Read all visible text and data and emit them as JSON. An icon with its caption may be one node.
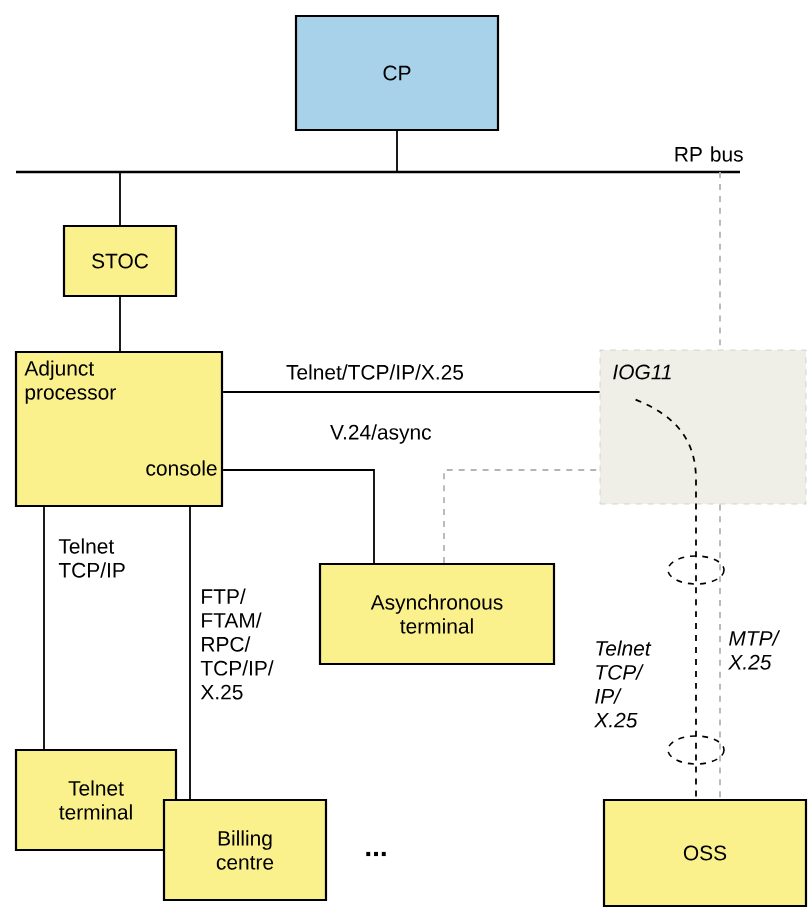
{
  "diagram": {
    "nodes": [
      {
        "text": [
          "CP"
        ]
      },
      {
        "text": [
          "RP bus"
        ]
      },
      {
        "text": [
          "STOC"
        ]
      },
      {
        "text": [
          "Adjunct processor",
          "console"
        ]
      },
      {
        "text": [
          "IOG11"
        ]
      },
      {
        "text": [
          "Asynchronous terminal"
        ]
      },
      {
        "text": [
          "Telnet terminal"
        ]
      },
      {
        "text": [
          "Billing centre"
        ]
      },
      {
        "text": [
          "OSS"
        ]
      }
    ],
    "edges": [
      {
        "from": 0,
        "to": 1,
        "arrow": "none"
      },
      {
        "from": 1,
        "to": 2,
        "arrow": "none"
      },
      {
        "from": 2,
        "to": 3,
        "arrow": "none"
      },
      {
        "from": 1,
        "to": 4,
        "arrow": "none",
        "style": "dashed",
        "color": "#b4b4b4"
      },
      {
        "from": 3,
        "to": 4,
        "arrow": "none",
        "label": "Telnet/TCP/IP/X.25"
      },
      {
        "from": 3,
        "to": 5,
        "arrow": "none",
        "label": "V.24/async"
      },
      {
        "from": 5,
        "to": 4,
        "arrow": "none",
        "style": "dashed",
        "color": "#b4b4b4"
      },
      {
        "from": 3,
        "to": 6,
        "arrow": "none",
        "label": "Telnet TCP/IP"
      },
      {
        "from": 3,
        "to": 7,
        "arrow": "none",
        "label": "FTP/ FTAM/ RPC/ TCP/IP/ X.25"
      },
      {
        "from": 4,
        "to": 8,
        "arrow": "none",
        "style": "dashed",
        "label": "Telnet TCP/ IP/ X.25"
      },
      {
        "from": 4,
        "to": 8,
        "arrow": "none",
        "style": "dashed",
        "color": "#b4b4b4",
        "label": "MTP/ X.25"
      }
    ],
    "labels": [
      "..."
    ]
  }
}
